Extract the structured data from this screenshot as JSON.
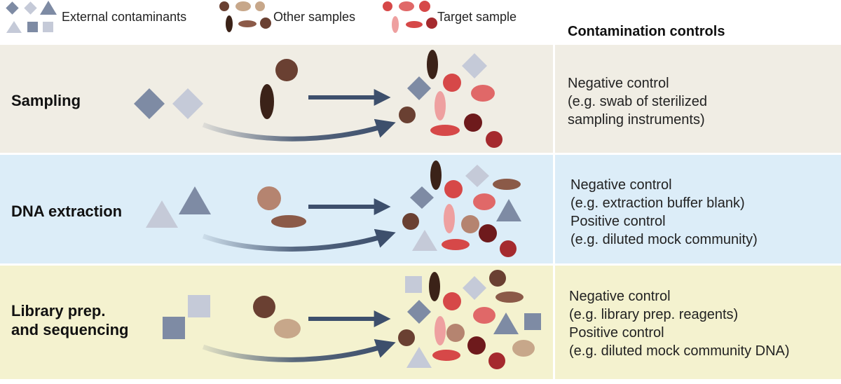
{
  "legend": {
    "external_contaminants": "External contaminants",
    "other_samples": "Other samples",
    "target_sample": "Target sample"
  },
  "header": {
    "title": "Contamination controls"
  },
  "rows": [
    {
      "stage": "Sampling",
      "controls": [
        "Negative control",
        "(e.g. swab of sterilized",
        "sampling instruments)"
      ]
    },
    {
      "stage": "DNA extraction",
      "controls": [
        "Negative control",
        "(e.g. extraction buffer blank)",
        "Positive control",
        "(e.g. diluted mock community)"
      ]
    },
    {
      "stage_line1": "Library prep.",
      "stage_line2": "and sequencing",
      "controls": [
        "Negative control",
        "(e.g. library prep. reagents)",
        "Positive control",
        "(e.g. diluted mock community DNA)"
      ]
    }
  ],
  "colors": {
    "row_sampling": "#f0ede4",
    "row_extraction": "#dcedf8",
    "row_library": "#f4f2cf",
    "arrow": "#3d4f6c",
    "contaminant_dark": "#7e8ba4",
    "contaminant_light": "#c5cad8",
    "sample_dark": "#3b2218",
    "sample_mid": "#6a4032",
    "sample_brown": "#8b5a48",
    "sample_tan": "#c7a78a",
    "sample_rose": "#b58470",
    "target_red": "#d64848",
    "target_salmon": "#e06868",
    "target_pink": "#eea0a0",
    "target_dark": "#a52a2e",
    "target_maroon": "#6e1a1c"
  }
}
